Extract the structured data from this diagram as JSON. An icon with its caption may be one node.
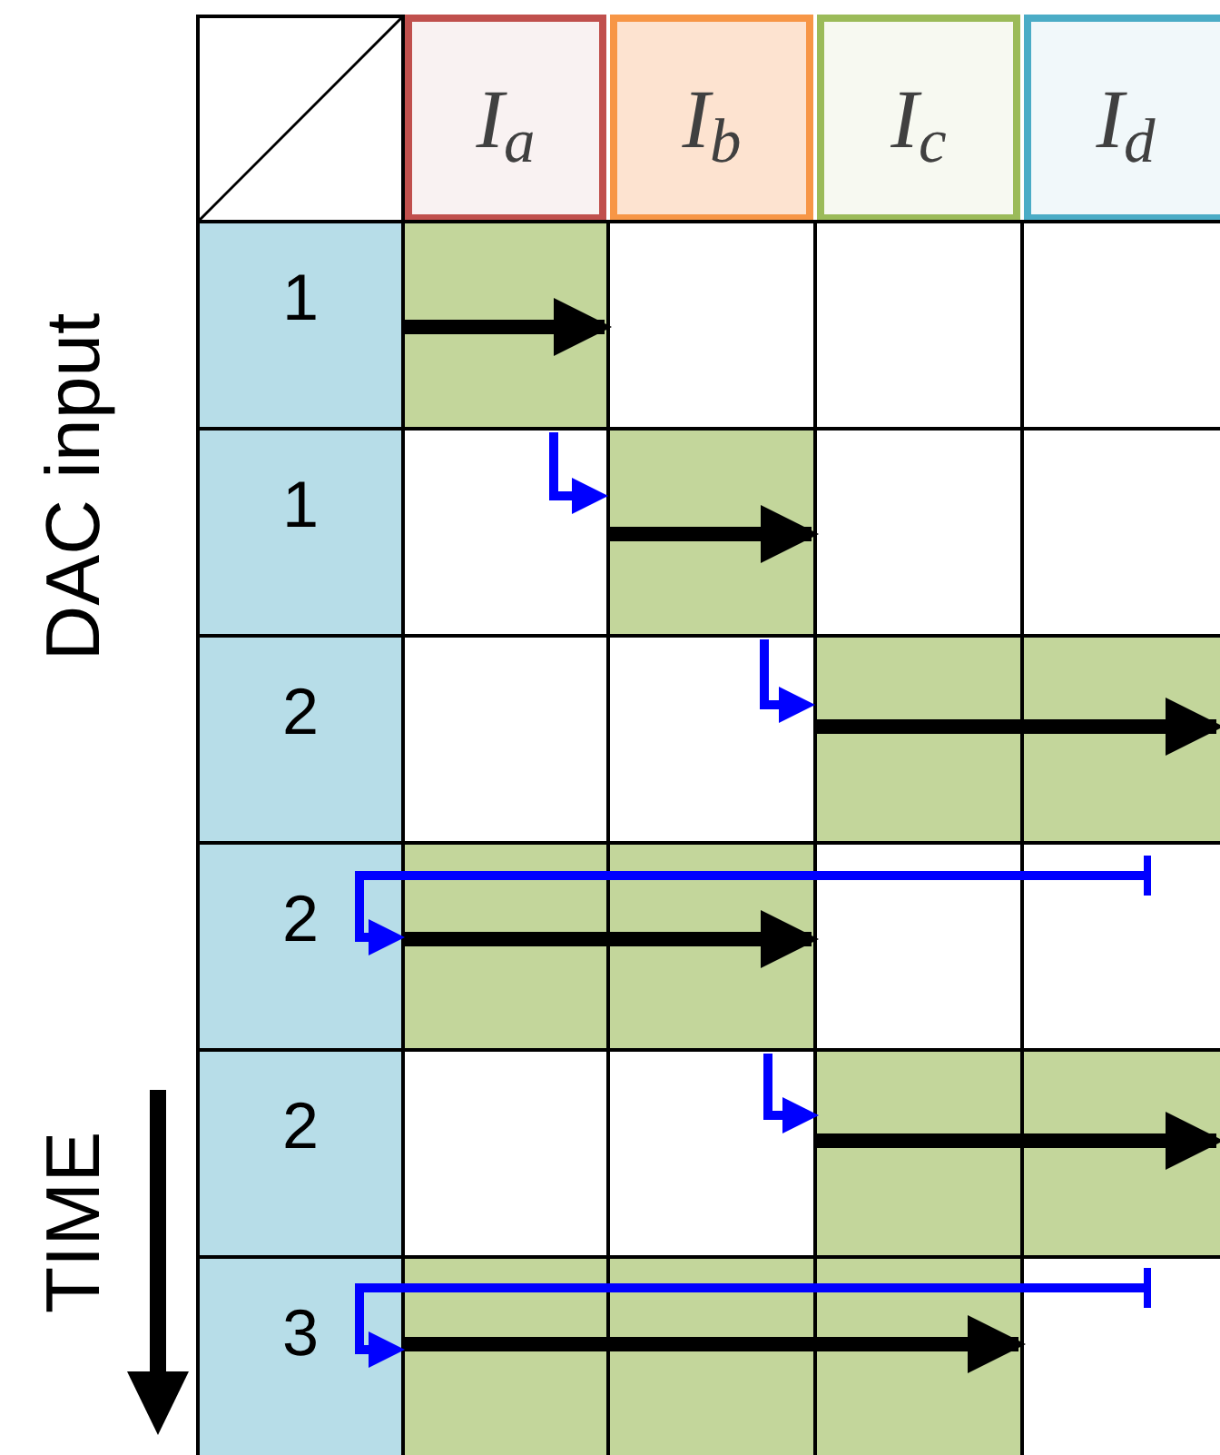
{
  "diagram": {
    "nodes": [
      {
        "text": [
          "I$_{a}$"
        ]
      },
      {
        "text": [
          "I$_{b}$"
        ]
      },
      {
        "text": [
          "I$_{c}$"
        ]
      },
      {
        "text": [
          "I$_{d}$"
        ]
      },
      {
        "text": [
          "1"
        ]
      },
      {
        "text": [
          "1"
        ]
      },
      {
        "text": [
          "2"
        ]
      },
      {
        "text": [
          "2"
        ]
      },
      {
        "text": [
          "2"
        ]
      },
      {
        "text": [
          "3"
        ]
      }
    ],
    "labels": [
      "DAC input",
      "TIME"
    ]
  }
}
